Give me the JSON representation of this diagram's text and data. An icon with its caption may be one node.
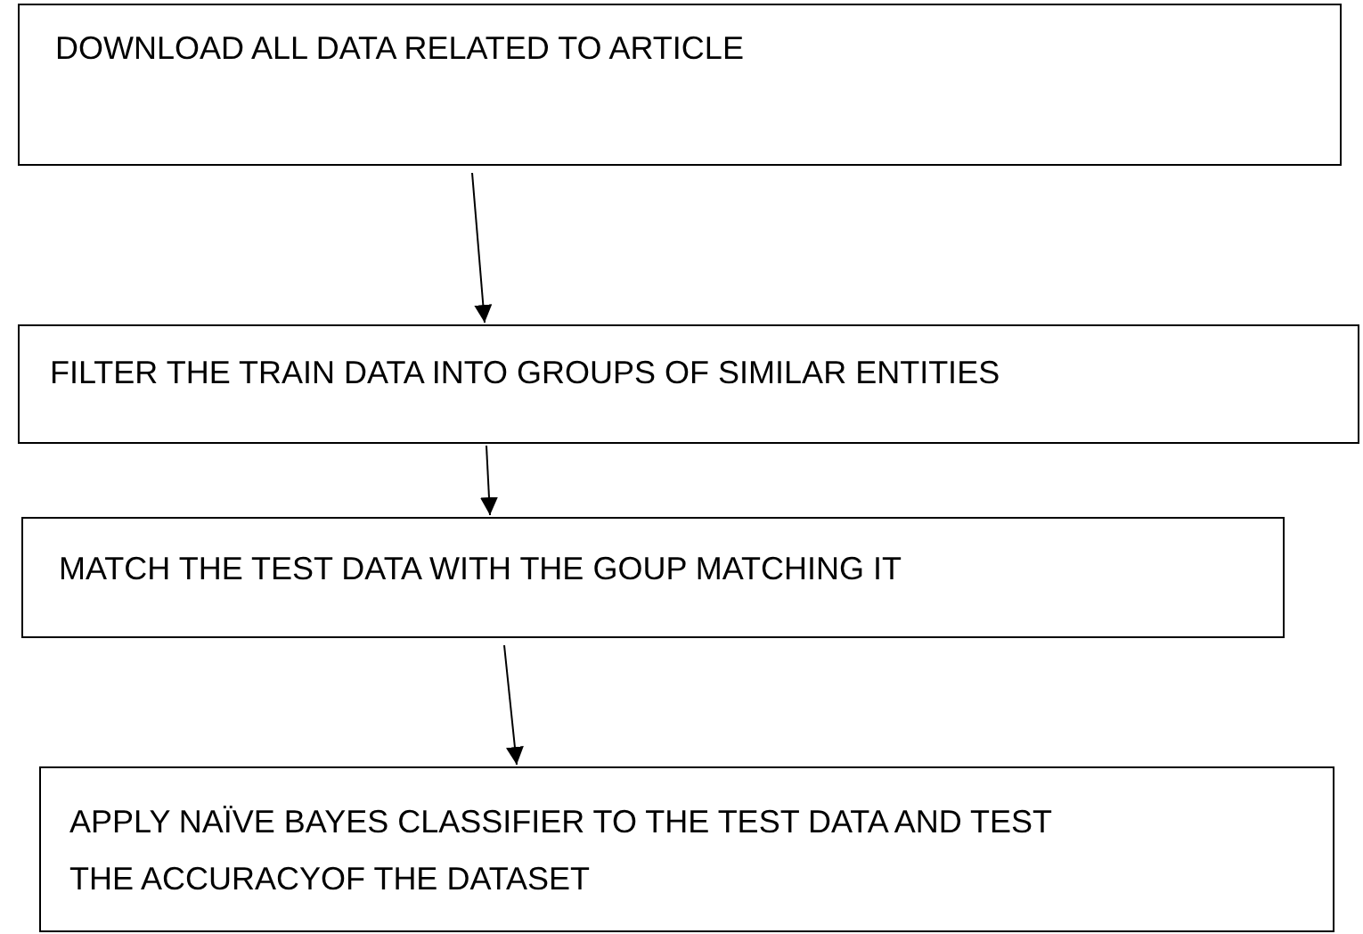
{
  "diagram": {
    "nodes": [
      {
        "text": [
          "DOWNLOAD ALL DATA RELATED TO ARTICLE"
        ]
      },
      {
        "text": [
          "FILTER THE TRAIN DATA INTO GROUPS OF SIMILAR ENTITIES"
        ]
      },
      {
        "text": [
          "MATCH THE TEST DATA WITH THE GOUP MATCHING IT"
        ]
      },
      {
        "text": [
          "APPLY NAÏVE BAYES CLASSIFIER TO THE TEST DATA AND TEST THE ACCURACYOF THE DATASET"
        ]
      }
    ],
    "edges": [
      {
        "from": 0,
        "to": 1,
        "arrow": "to"
      },
      {
        "from": 1,
        "to": 2,
        "arrow": "to"
      },
      {
        "from": 2,
        "to": 3,
        "arrow": "to"
      }
    ]
  }
}
